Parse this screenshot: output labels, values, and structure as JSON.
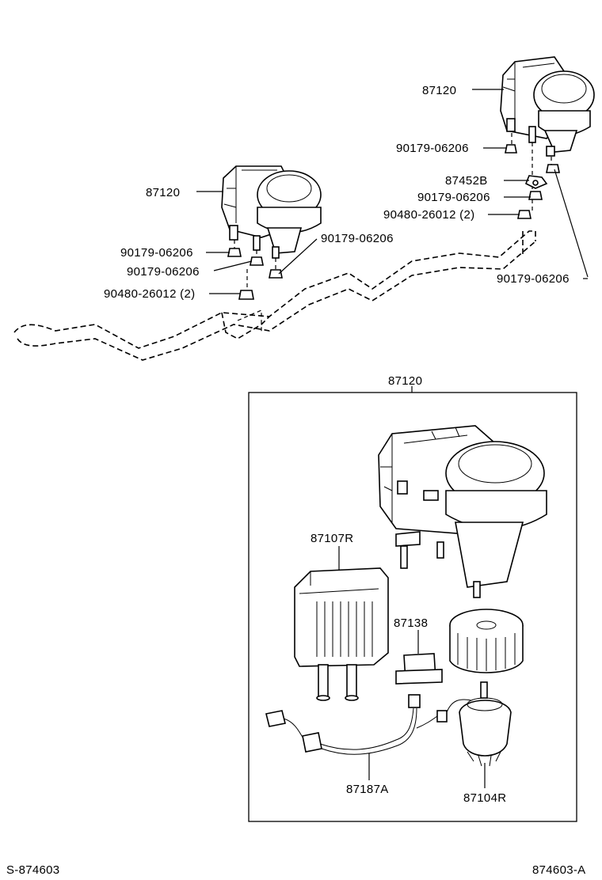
{
  "labels": {
    "unit_right": "87120",
    "unit_left": "87120",
    "unit_detail": "87120",
    "nut_r1": "90179-06206",
    "bracket_r": "87452B",
    "nut_r2": "90179-06206",
    "clip_r": "90480-26012 (2)",
    "nut_r3": "90179-06206",
    "nut_l1": "90179-06206",
    "nut_l2": "90179-06206",
    "nut_l3": "90179-06206",
    "clip_l": "90480-26012 (2)",
    "heater_core": "87107R",
    "resistor": "87138",
    "wire_harness": "87187A",
    "motor": "87104R"
  },
  "footer": {
    "left_code": "S-874603",
    "right_code": "874603-A"
  }
}
